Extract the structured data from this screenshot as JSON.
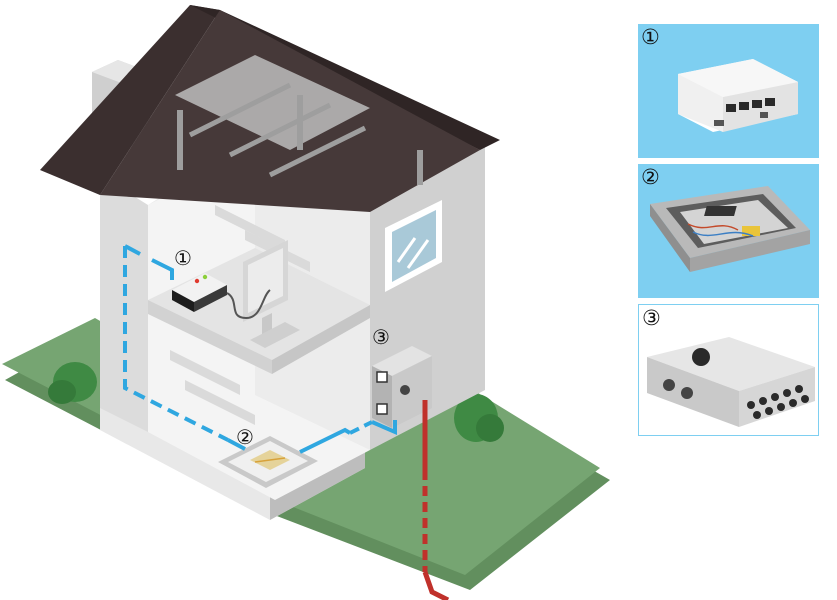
{
  "markers": {
    "router": "①",
    "floor_box": "②",
    "wall_box": "③"
  },
  "panels": [
    {
      "number": "①",
      "icon": "fiber-router-icon",
      "bg": "#7ecff1"
    },
    {
      "number": "②",
      "icon": "floor-distribution-box-icon",
      "bg": "#7ecff1"
    },
    {
      "number": "③",
      "icon": "outdoor-splice-box-icon",
      "bg": "#7ecff1"
    }
  ],
  "colors": {
    "roof": "#3b2f2f",
    "wall_front": "#dcdcdc",
    "wall_side": "#c8c8c8",
    "interior": "#f2f2f2",
    "grass": "#76a572",
    "bush": "#3f8a44",
    "fiber_cable": "#2fa7e0",
    "entry_cable": "#c0312b",
    "panel_bg": "#7ecff1"
  }
}
